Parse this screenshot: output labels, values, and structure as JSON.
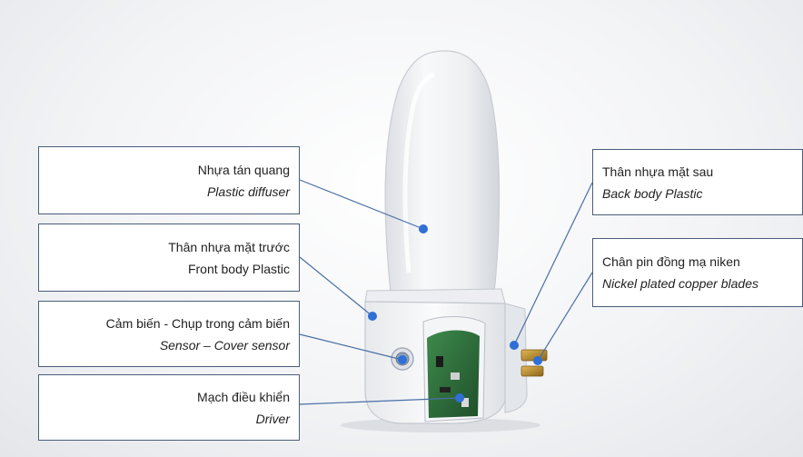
{
  "labels": {
    "diffuser": {
      "vi": "Nhựa tán quang",
      "en": "Plastic diffuser"
    },
    "front_body": {
      "vi": "Thân nhựa mặt trước",
      "en": "Front body Plastic"
    },
    "sensor": {
      "vi": "Cảm biến - Chụp trong cảm biến",
      "en": "Sensor – Cover sensor"
    },
    "driver": {
      "vi": "Mạch điều khiển",
      "en": "Driver"
    },
    "back_body": {
      "vi": "Thân nhựa mặt sau",
      "en": "Back body Plastic"
    },
    "blades": {
      "vi": "Chân pin đồng mạ niken",
      "en": "Nickel plated copper blades"
    }
  },
  "colors": {
    "box_border": "#4b5d7a",
    "leader_line": "#4a6fa5",
    "dot": "#2f6fd6",
    "pcb": "#2f6b3a",
    "brass": "#b88a2a"
  }
}
